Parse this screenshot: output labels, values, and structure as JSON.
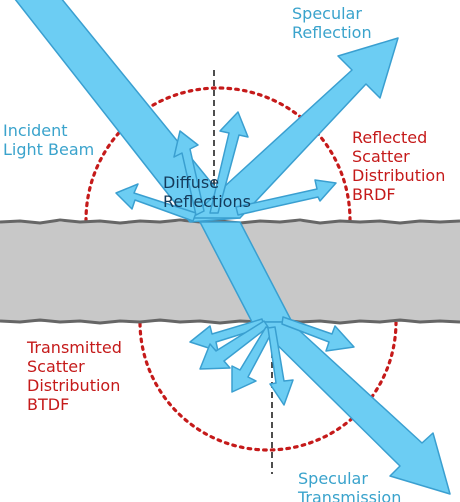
{
  "labels": {
    "specular_reflection": [
      "Specular",
      "Reflection"
    ],
    "incident": [
      "Incident",
      "Light Beam"
    ],
    "reflected_scatter": [
      "Reflected",
      "Scatter",
      "Distribution",
      "BRDF"
    ],
    "diffuse": [
      "Diffuse",
      "Reflections"
    ],
    "transmitted_scatter": [
      "Transmitted",
      "Scatter",
      "Distribution",
      "BTDF"
    ],
    "specular_transmission": [
      "Specular",
      "Transmission"
    ]
  },
  "colors": {
    "beam_fill": "#6ccdf3",
    "beam_stroke": "#3a9fd0",
    "slab": "#c8c8c8",
    "slab_edge": "#666666",
    "scatter_circle": "#c51a1a",
    "normal_line": "#222222",
    "label_blue": "#3aa3cc",
    "label_red": "#c51a1a",
    "label_dark": "#143a5a"
  }
}
